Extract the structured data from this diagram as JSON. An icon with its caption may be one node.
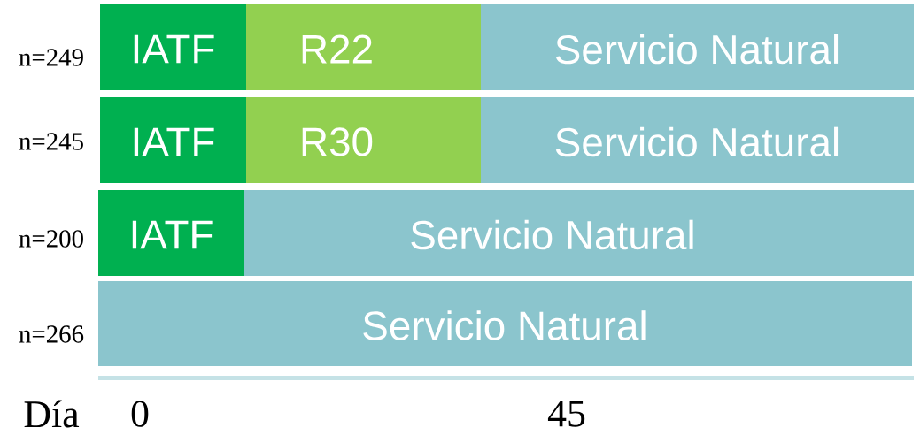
{
  "diagram": {
    "nodes": [
      {
        "text": [
          "IATF"
        ]
      },
      {
        "text": [
          "R22"
        ]
      },
      {
        "text": [
          "Servicio Natural"
        ]
      },
      {
        "text": [
          "IATF"
        ]
      },
      {
        "text": [
          "R30"
        ]
      },
      {
        "text": [
          "Servicio Natural"
        ]
      },
      {
        "text": [
          "IATF"
        ]
      },
      {
        "text": [
          "Servicio Natural"
        ]
      },
      {
        "text": [
          "Servicio Natural"
        ]
      }
    ],
    "labels": [
      "n=249",
      "n=245",
      "n=200",
      "n=266",
      "Día",
      "0",
      "45"
    ]
  }
}
